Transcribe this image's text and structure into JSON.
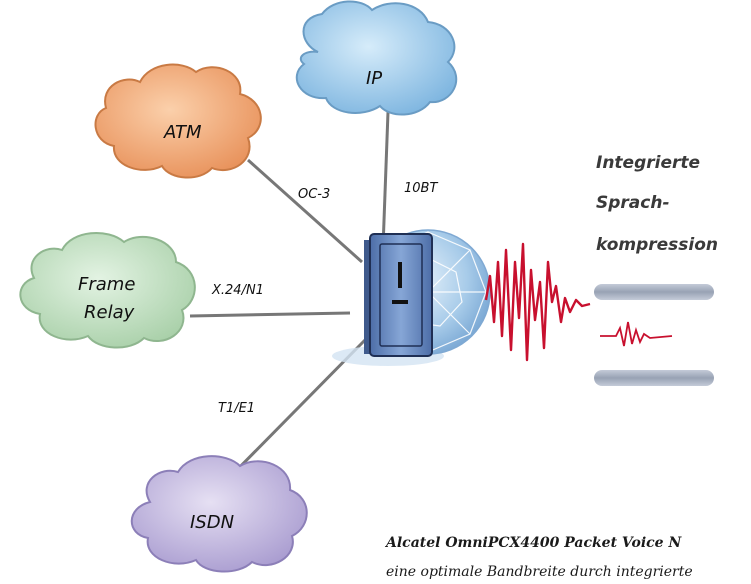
{
  "clouds": {
    "ip": "IP",
    "atm": "ATM",
    "frame_relay": [
      "Frame",
      "Relay"
    ],
    "isdn": "ISDN"
  },
  "links": {
    "ip": "10BT",
    "atm": "OC-3",
    "frame_relay": "X.24/N1",
    "isdn": "T1/E1"
  },
  "side_label": [
    "Integrierte",
    "Sprach-",
    "kompression"
  ],
  "caption": {
    "title": "Alcatel OmniPCX4400 Packet Voice N",
    "text": "eine optimale Bandbreite durch integrierte"
  },
  "colors": {
    "ip_cloud": "#a9d2ee",
    "atm_cloud": "#f2b07c",
    "frame_relay_cloud": "#c6e3c6",
    "isdn_cloud": "#c9c0e2",
    "wave": "#c8102e",
    "device": "#6f8fc2"
  }
}
